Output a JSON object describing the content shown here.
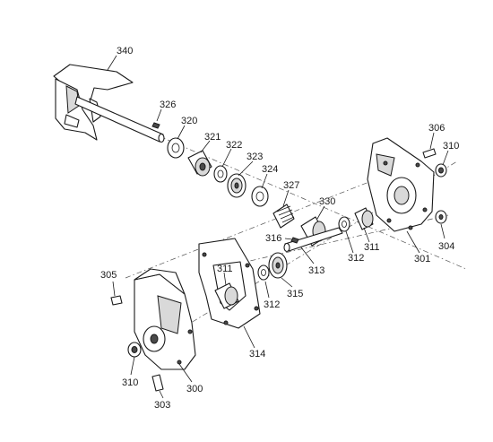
{
  "callouts": [
    {
      "id": "p340",
      "text": "340"
    },
    {
      "id": "p326",
      "text": "326"
    },
    {
      "id": "p320",
      "text": "320"
    },
    {
      "id": "p321",
      "text": "321"
    },
    {
      "id": "p322",
      "text": "322"
    },
    {
      "id": "p323",
      "text": "323"
    },
    {
      "id": "p324",
      "text": "324"
    },
    {
      "id": "p327",
      "text": "327"
    },
    {
      "id": "p330",
      "text": "330"
    },
    {
      "id": "p306",
      "text": "306"
    },
    {
      "id": "p310a",
      "text": "310"
    },
    {
      "id": "p316",
      "text": "316"
    },
    {
      "id": "p311a",
      "text": "311"
    },
    {
      "id": "p312a",
      "text": "312"
    },
    {
      "id": "p311b",
      "text": "311"
    },
    {
      "id": "p304",
      "text": "304"
    },
    {
      "id": "p301",
      "text": "301"
    },
    {
      "id": "p305",
      "text": "305"
    },
    {
      "id": "p313",
      "text": "313"
    },
    {
      "id": "p315",
      "text": "315"
    },
    {
      "id": "p312b",
      "text": "312"
    },
    {
      "id": "p314",
      "text": "314"
    },
    {
      "id": "p310b",
      "text": "310"
    },
    {
      "id": "p300",
      "text": "300"
    },
    {
      "id": "p303",
      "text": "303"
    }
  ]
}
